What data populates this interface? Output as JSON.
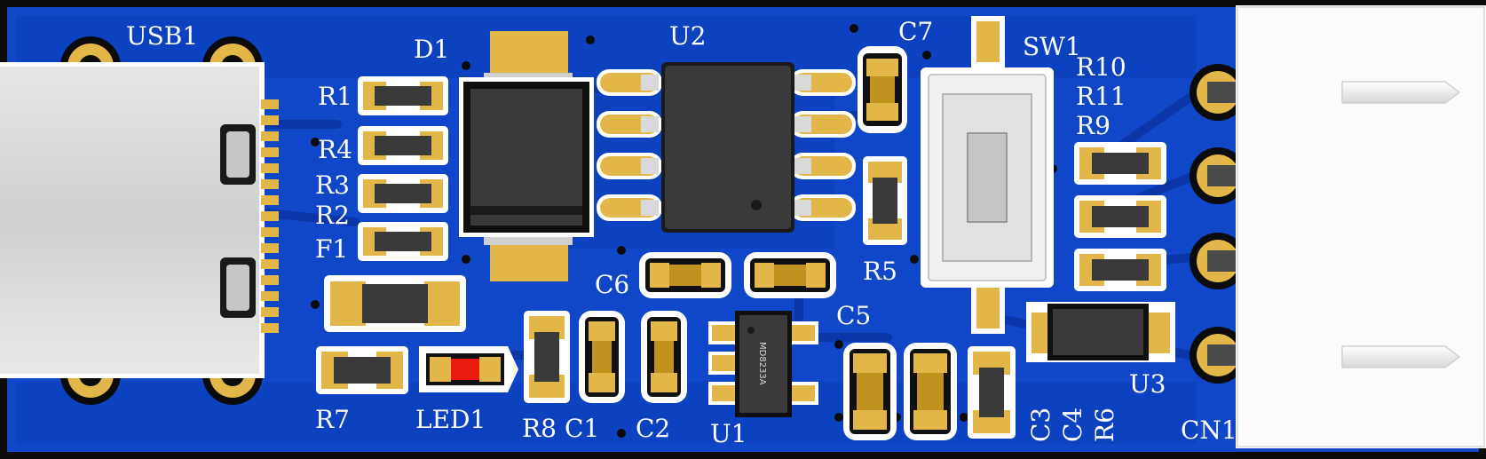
{
  "board": {
    "colors": {
      "pcb": "#1047c9",
      "copper": "#0a38ad",
      "pad": "#e3b64a",
      "body": "#3a3a3a",
      "led": "#e81b0e",
      "silkscreen": "#ffffff"
    },
    "labels": {
      "usb1": "USB1",
      "d1": "D1",
      "u2": "U2",
      "c7": "C7",
      "sw1": "SW1",
      "r10": "R10",
      "r11": "R11",
      "r9": "R9",
      "r1": "R1",
      "r4": "R4",
      "r3": "R3",
      "r2": "R2",
      "f1": "F1",
      "c6": "C6",
      "r5": "R5",
      "c5": "C5",
      "u3": "U3",
      "r7": "R7",
      "led1": "LED1",
      "r8": "R8",
      "c1": "C1",
      "c2": "C2",
      "u1": "U1",
      "c3": "C3",
      "c4": "C4",
      "r6": "R6",
      "cn1": "CN1"
    },
    "u1_marking": "MD8233A"
  }
}
